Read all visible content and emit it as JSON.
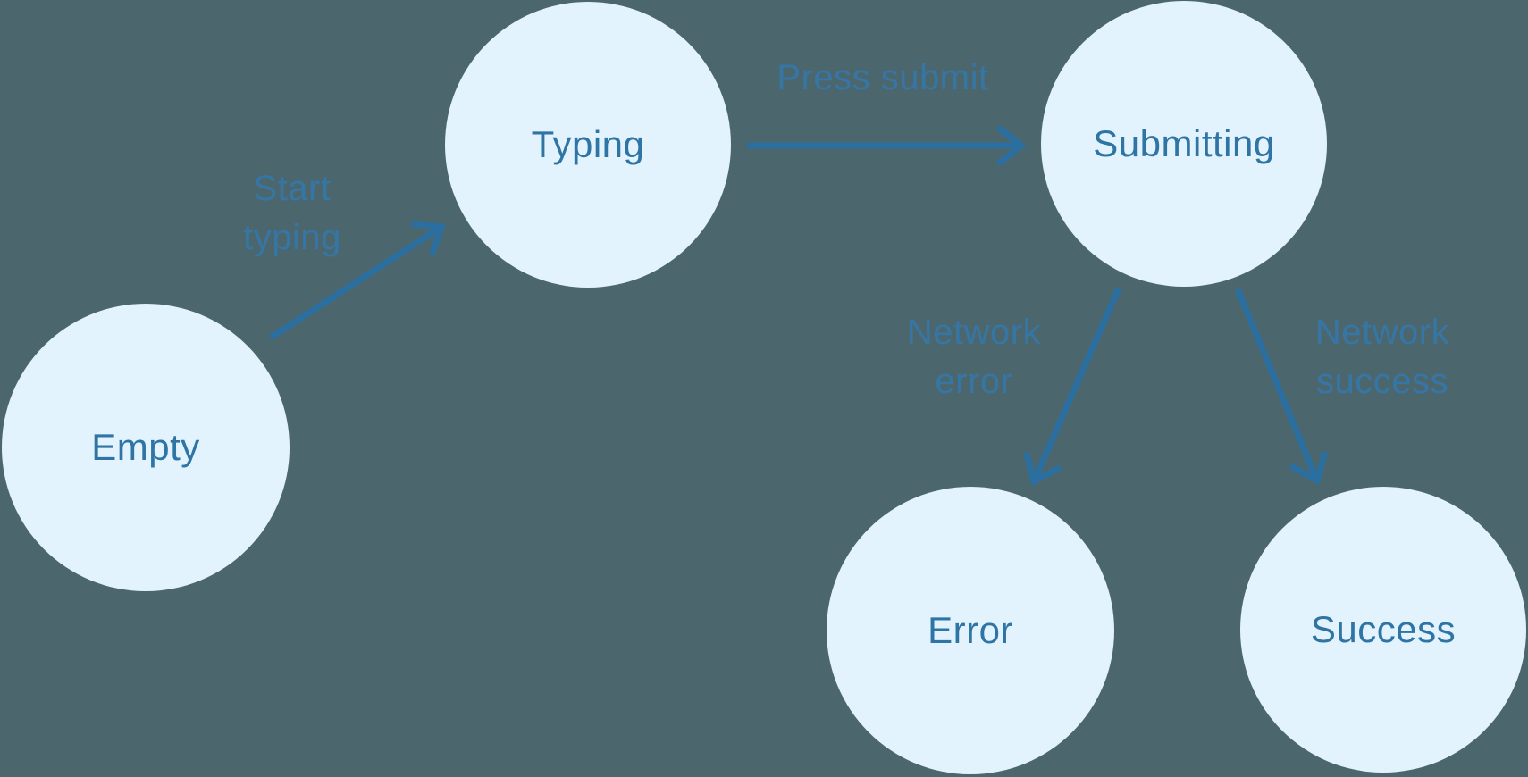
{
  "colors": {
    "bg": "#4c666e",
    "node-fill": "#e2f3fd",
    "node-text": "#2e74a4",
    "arrow": "#2b6fa0",
    "label": "#3478aa"
  },
  "diagram": {
    "type": "state-machine",
    "nodes": [
      {
        "id": "empty",
        "label": "Empty"
      },
      {
        "id": "typing",
        "label": "Typing"
      },
      {
        "id": "submitting",
        "label": "Submitting"
      },
      {
        "id": "error",
        "label": "Error"
      },
      {
        "id": "success",
        "label": "Success"
      }
    ],
    "edges": [
      {
        "from": "empty",
        "to": "typing",
        "label": "Start typing",
        "label_lines": {
          "0": "Start",
          "1": "typing"
        }
      },
      {
        "from": "typing",
        "to": "submitting",
        "label": "Press submit",
        "label_lines": {
          "0": "Press submit"
        }
      },
      {
        "from": "submitting",
        "to": "error",
        "label": "Network error",
        "label_lines": {
          "0": "Network",
          "1": "error"
        }
      },
      {
        "from": "submitting",
        "to": "success",
        "label": "Network success",
        "label_lines": {
          "0": "Network",
          "1": "success"
        }
      }
    ]
  }
}
